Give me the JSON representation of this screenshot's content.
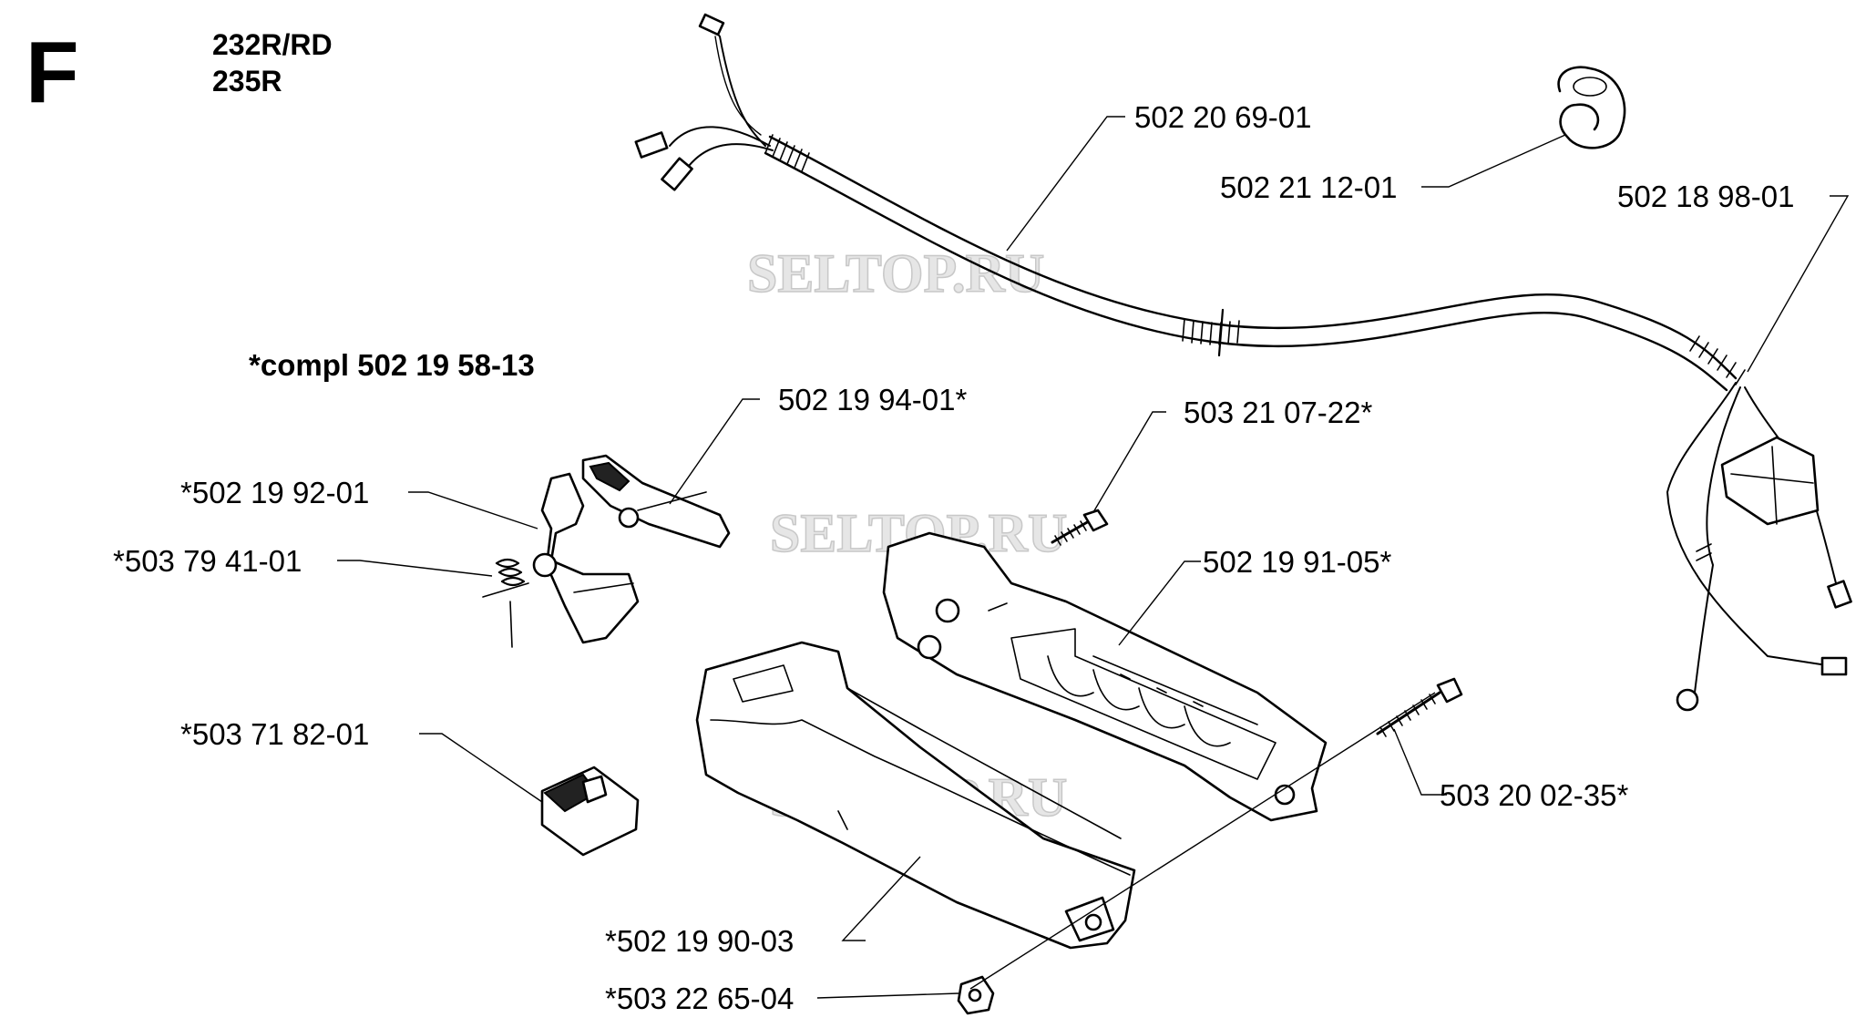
{
  "header": {
    "section_letter": "F",
    "models": [
      "232R/RD",
      "235R"
    ]
  },
  "kit_note": "*compl 502 19 58-13",
  "watermark": "SELTOP.RU",
  "parts": [
    {
      "id": "cable-harness",
      "label": "502 20 69-01"
    },
    {
      "id": "cable-clip",
      "label": "502 21 12-01"
    },
    {
      "id": "cable-end",
      "label": "502 18 98-01"
    },
    {
      "id": "throttle-lever",
      "label": "502 19 94-01*"
    },
    {
      "id": "stop-screw",
      "label": "503 21 07-22*"
    },
    {
      "id": "throttle-lockout",
      "label": "*502 19 92-01"
    },
    {
      "id": "spring",
      "label": "*503 79 41-01"
    },
    {
      "id": "handle-right-half",
      "label": "502 19 91-05*"
    },
    {
      "id": "stop-switch",
      "label": "*503 71 82-01"
    },
    {
      "id": "handle-screw",
      "label": "503 20 02-35*"
    },
    {
      "id": "handle-left-half",
      "label": "*502 19 90-03"
    },
    {
      "id": "nut",
      "label": "*503 22 65-04"
    }
  ]
}
